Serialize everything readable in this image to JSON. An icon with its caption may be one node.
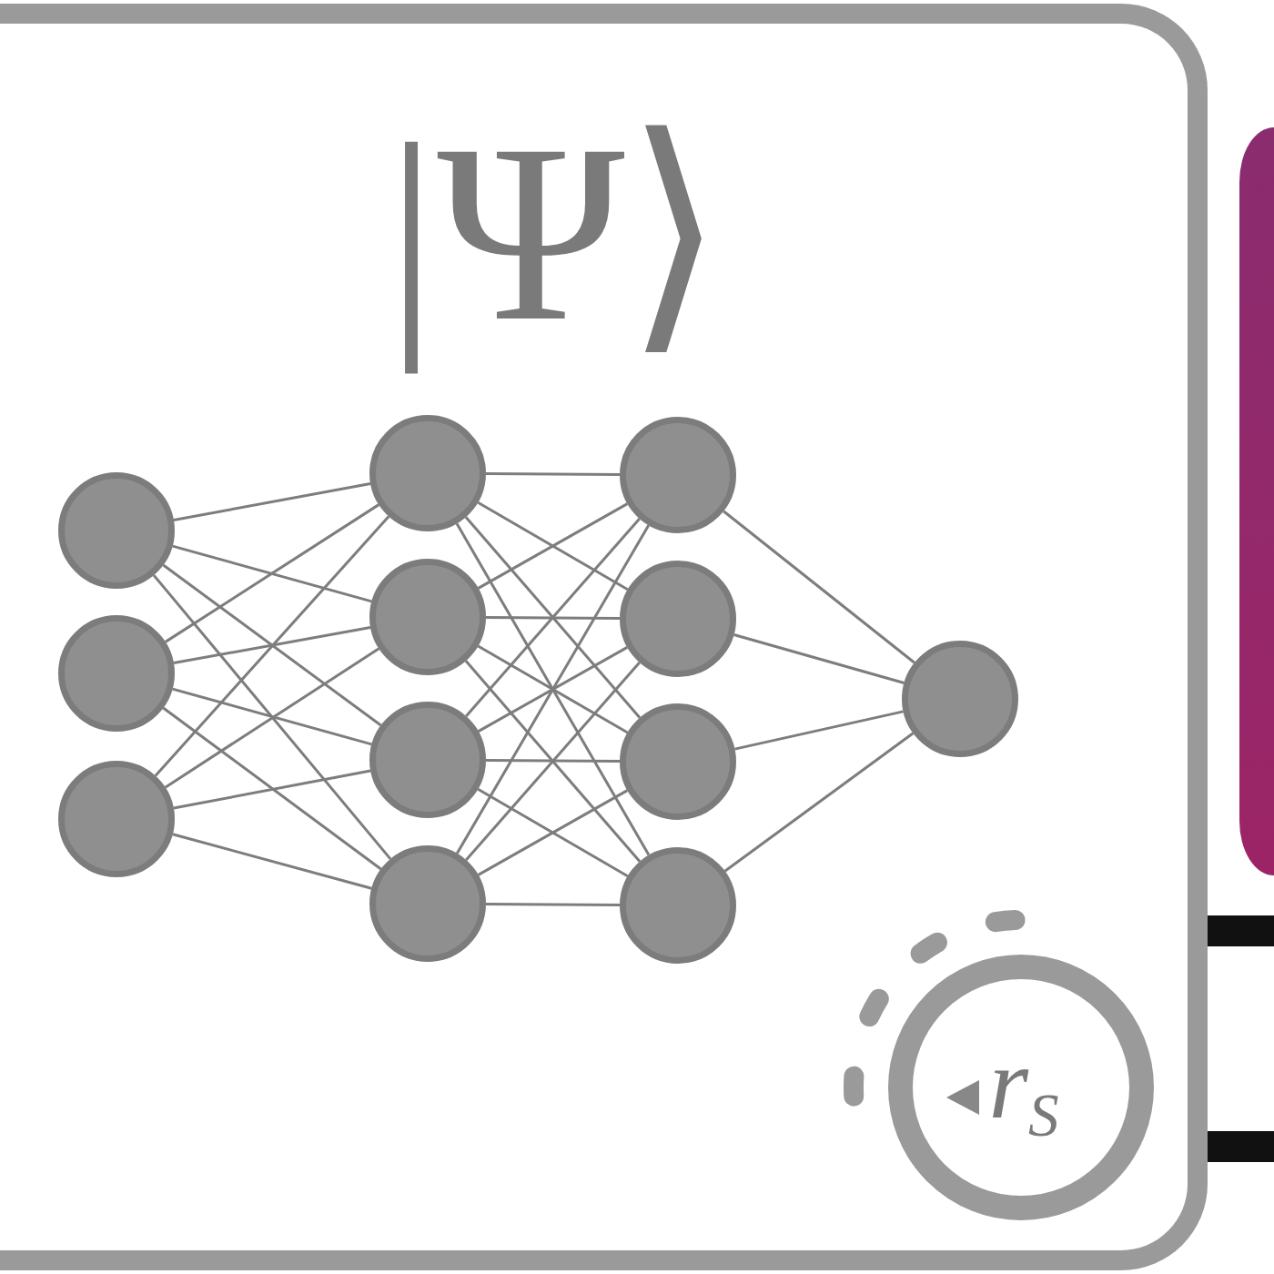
{
  "diagram": {
    "nodes": [
      {
        "text": [
          "|Ψ⟩"
        ]
      },
      {
        "text": [],
        "shape": "circle",
        "in": 0
      },
      {
        "text": [],
        "shape": "circle",
        "in": 0
      },
      {
        "text": [],
        "shape": "circle",
        "in": 0
      },
      {
        "text": [],
        "shape": "circle",
        "in": 0
      },
      {
        "text": [],
        "shape": "circle",
        "in": 0
      },
      {
        "text": [],
        "shape": "circle",
        "in": 0
      },
      {
        "text": [],
        "shape": "circle",
        "in": 0
      },
      {
        "text": [],
        "shape": "circle",
        "in": 0
      },
      {
        "text": [],
        "shape": "circle",
        "in": 0
      },
      {
        "text": [],
        "shape": "circle",
        "in": 0
      },
      {
        "text": [],
        "shape": "circle",
        "in": 0
      },
      {
        "text": [],
        "shape": "circle",
        "in": 0
      },
      {
        "text": [
          "r$_{S}$"
        ],
        "in": 0
      },
      {
        "text": [],
        "shape": "box"
      }
    ],
    "edges": [
      {
        "from": 1,
        "to": 4,
        "arrow": "none"
      },
      {
        "from": 1,
        "to": 5,
        "arrow": "none"
      },
      {
        "from": 1,
        "to": 6,
        "arrow": "none"
      },
      {
        "from": 1,
        "to": 7,
        "arrow": "none"
      },
      {
        "from": 2,
        "to": 4,
        "arrow": "none"
      },
      {
        "from": 2,
        "to": 5,
        "arrow": "none"
      },
      {
        "from": 2,
        "to": 6,
        "arrow": "none"
      },
      {
        "from": 2,
        "to": 7,
        "arrow": "none"
      },
      {
        "from": 3,
        "to": 4,
        "arrow": "none"
      },
      {
        "from": 3,
        "to": 5,
        "arrow": "none"
      },
      {
        "from": 3,
        "to": 6,
        "arrow": "none"
      },
      {
        "from": 3,
        "to": 7,
        "arrow": "none"
      },
      {
        "from": 4,
        "to": 8,
        "arrow": "none"
      },
      {
        "from": 4,
        "to": 9,
        "arrow": "none"
      },
      {
        "from": 4,
        "to": 10,
        "arrow": "none"
      },
      {
        "from": 4,
        "to": 11,
        "arrow": "none"
      },
      {
        "from": 5,
        "to": 8,
        "arrow": "none"
      },
      {
        "from": 5,
        "to": 9,
        "arrow": "none"
      },
      {
        "from": 5,
        "to": 10,
        "arrow": "none"
      },
      {
        "from": 5,
        "to": 11,
        "arrow": "none"
      },
      {
        "from": 6,
        "to": 8,
        "arrow": "none"
      },
      {
        "from": 6,
        "to": 9,
        "arrow": "none"
      },
      {
        "from": 6,
        "to": 10,
        "arrow": "none"
      },
      {
        "from": 6,
        "to": 11,
        "arrow": "none"
      },
      {
        "from": 7,
        "to": 8,
        "arrow": "none"
      },
      {
        "from": 7,
        "to": 9,
        "arrow": "none"
      },
      {
        "from": 7,
        "to": 10,
        "arrow": "none"
      },
      {
        "from": 7,
        "to": 11,
        "arrow": "none"
      },
      {
        "from": 8,
        "to": 12,
        "arrow": "none"
      },
      {
        "from": 9,
        "to": 12,
        "arrow": "none"
      },
      {
        "from": 10,
        "to": 12,
        "arrow": "none"
      },
      {
        "from": 11,
        "to": 12,
        "arrow": "none"
      },
      {
        "from": 0,
        "to": null,
        "arrow": "none",
        "style": "thick",
        "color": "#111111"
      },
      {
        "from": 0,
        "to": null,
        "arrow": "none",
        "style": "thick",
        "color": "#111111"
      }
    ]
  }
}
